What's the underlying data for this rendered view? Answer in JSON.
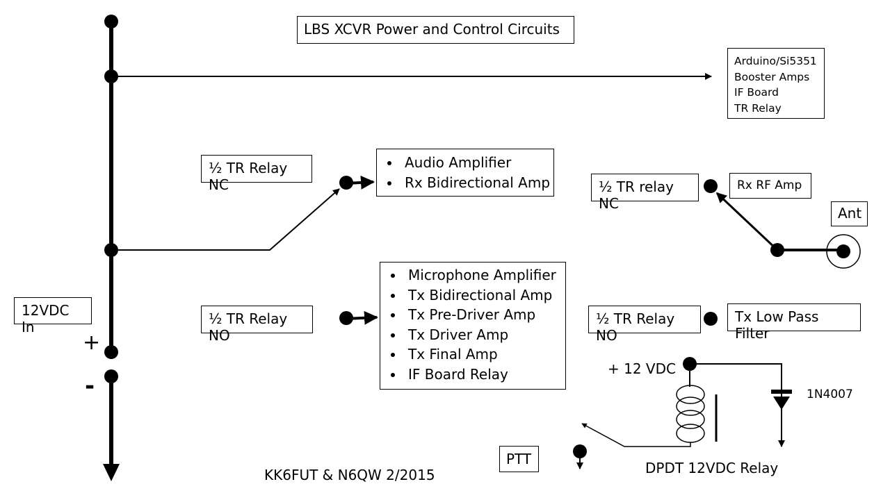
{
  "title": "LBS XCVR Power and Control Circuits",
  "arduino_box": {
    "lines": [
      "Arduino/Si5351",
      "Booster Amps",
      "IF Board",
      "TR Relay"
    ]
  },
  "relay_nc_left": "½ TR Relay NC",
  "relay_no_left": "½ TR Relay NO",
  "rx_box": {
    "items": [
      "Audio Amplifier",
      "Rx Bidirectional Amp"
    ]
  },
  "tx_box": {
    "items": [
      "Microphone Amplifier",
      "Tx Bidirectional Amp",
      "Tx Pre-Driver Amp",
      "Tx Driver Amp",
      "Tx Final Amp",
      "IF Board Relay"
    ]
  },
  "relay_nc_right": "½ TR relay NC",
  "rx_rf_amp": "Rx RF Amp",
  "ant": "Ant",
  "relay_no_right": "½ TR Relay NO",
  "tx_lpf": "Tx Low Pass Filter",
  "supply_in": "12VDC In",
  "plus": "+",
  "minus": "-",
  "plus_12vdc": "+ 12 VDC",
  "diode": "1N4007",
  "ptt": "PTT",
  "relay_name": "DPDT 12VDC Relay",
  "credit": "KK6FUT  & N6QW 2/2015",
  "colors": {
    "line": "#000000",
    "background": "#ffffff"
  }
}
